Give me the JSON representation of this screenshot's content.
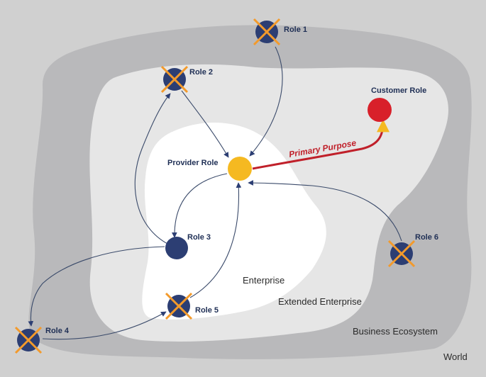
{
  "zones": {
    "world": "World",
    "business_ecosystem": "Business Ecosystem",
    "extended_enterprise": "Extended Enterprise",
    "enterprise": "Enterprise"
  },
  "roles": {
    "provider": "Provider Role",
    "customer": "Customer Role",
    "role1": "Role 1",
    "role2": "Role 2",
    "role3": "Role 3",
    "role4": "Role 4",
    "role5": "Role 5",
    "role6": "Role 6"
  },
  "primary_purpose": "Primary Purpose",
  "colors": {
    "world": "#d0d0d0",
    "ecosystem": "#b9b9bb",
    "extended": "#e6e6e6",
    "enterprise": "#ffffff",
    "role_node": "#2c3e73",
    "provider_node": "#f5b921",
    "customer_node": "#d8202a",
    "removed_cross": "#f39a2b",
    "purpose_arrow": "#c0202a",
    "flow_line": "#3a4a6a"
  }
}
